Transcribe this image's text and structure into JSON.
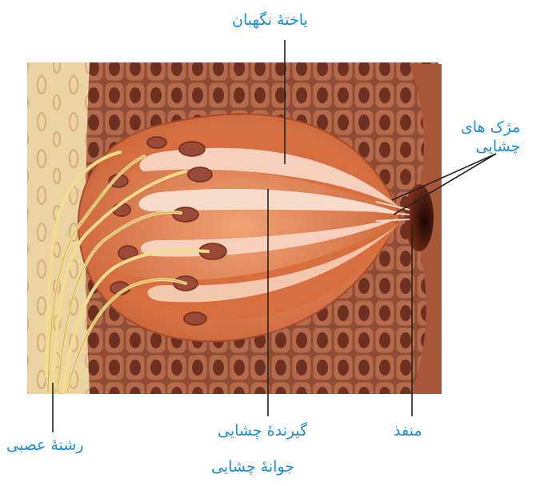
{
  "labels": {
    "supporting_cell": "یاختهٔ نگهبان",
    "taste_hairs_line1": "مژک های",
    "taste_hairs_line2": "چشایی",
    "receptor_cell": "گیرندهٔ چشایی",
    "pore": "منفذ",
    "nerve_fiber": "رشتهٔ عصبی",
    "title": "جوانهٔ چشایی"
  },
  "colors": {
    "label_text": "#1d8fd1",
    "leader_lines": "#222222",
    "connective_tissue": "#ecd3a4",
    "epithelium": "#8e4d34",
    "bud_cells": "#e07f4f",
    "receptor_cells": "#f6d0bd",
    "nuclei": "#9a4a36",
    "nerve": "#f2dc8d",
    "pore": "#3a130a"
  }
}
